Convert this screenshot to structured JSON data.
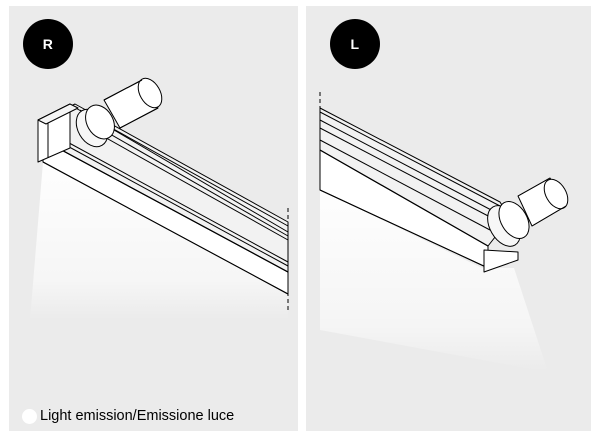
{
  "views": [
    {
      "label": "R"
    },
    {
      "label": "L"
    }
  ],
  "legend": {
    "text": "Light emission/Emissione luce"
  },
  "colors": {
    "panel_background": "#ebebeb",
    "badge": "#000000",
    "badge_text": "#ffffff",
    "line": "#000000",
    "light": "#ffffff"
  },
  "icons": {
    "legend_marker": "light-dot-icon"
  }
}
